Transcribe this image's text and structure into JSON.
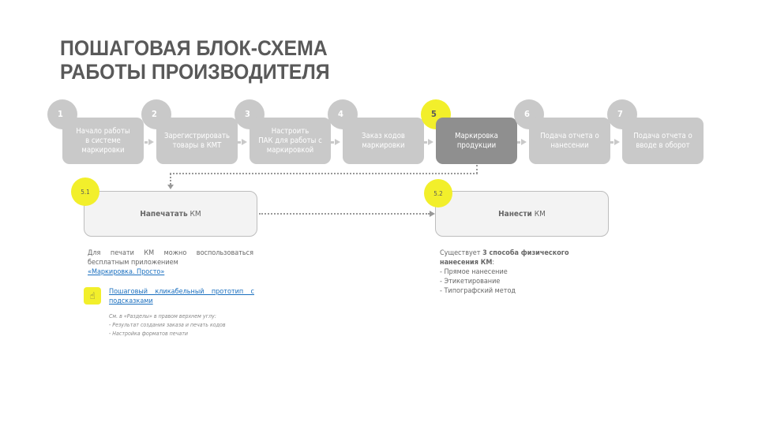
{
  "title": [
    "ПОШАГОВАЯ БЛОК-СХЕМА",
    "РАБОТЫ ПРОИЗВОДИТЕЛЯ"
  ],
  "steps": [
    {
      "num": "1",
      "label": "Начало работы\nв системе\nмаркировки"
    },
    {
      "num": "2",
      "label": "Зарегистрировать\nтовары в КМТ"
    },
    {
      "num": "3",
      "label": "Настроить\nПАК для работы с\nмаркировкой"
    },
    {
      "num": "4",
      "label": "Заказ кодов\nмаркировки"
    },
    {
      "num": "5",
      "label": "Маркировка\nпродукции"
    },
    {
      "num": "6",
      "label": "Подача отчета о\nнанесении"
    },
    {
      "num": "7",
      "label": "Подача отчета о\nвводе в оборот"
    }
  ],
  "substeps": [
    {
      "num": "5.1",
      "label_bold": "Напечатать",
      "label_rest": " КМ"
    },
    {
      "num": "5.2",
      "label_bold": "Нанести",
      "label_rest": " КМ"
    }
  ],
  "note51": {
    "text": "Для печати КМ можно воспользоваться бесплатным приложением",
    "link": "«Маркировка. Просто»",
    "proto_link": "Пошаговый кликабельный прототип с подсказками",
    "hint": "См. в «Разделы» в правом верхнем углу:",
    "hint_items": [
      "- Результат создания заказа и печать кодов",
      "- Настройка форматов печати"
    ]
  },
  "note52": {
    "pre": "Существует ",
    "bold": "3 способа физического нанесения КМ",
    "post": ":",
    "items": [
      "-   Прямое нанесение",
      "-   Этикетирование",
      "-   Типографский метод"
    ]
  },
  "colors": {
    "accent": "#f2ef2b",
    "step": "#c9c9c9",
    "active": "#8f8f8f"
  }
}
